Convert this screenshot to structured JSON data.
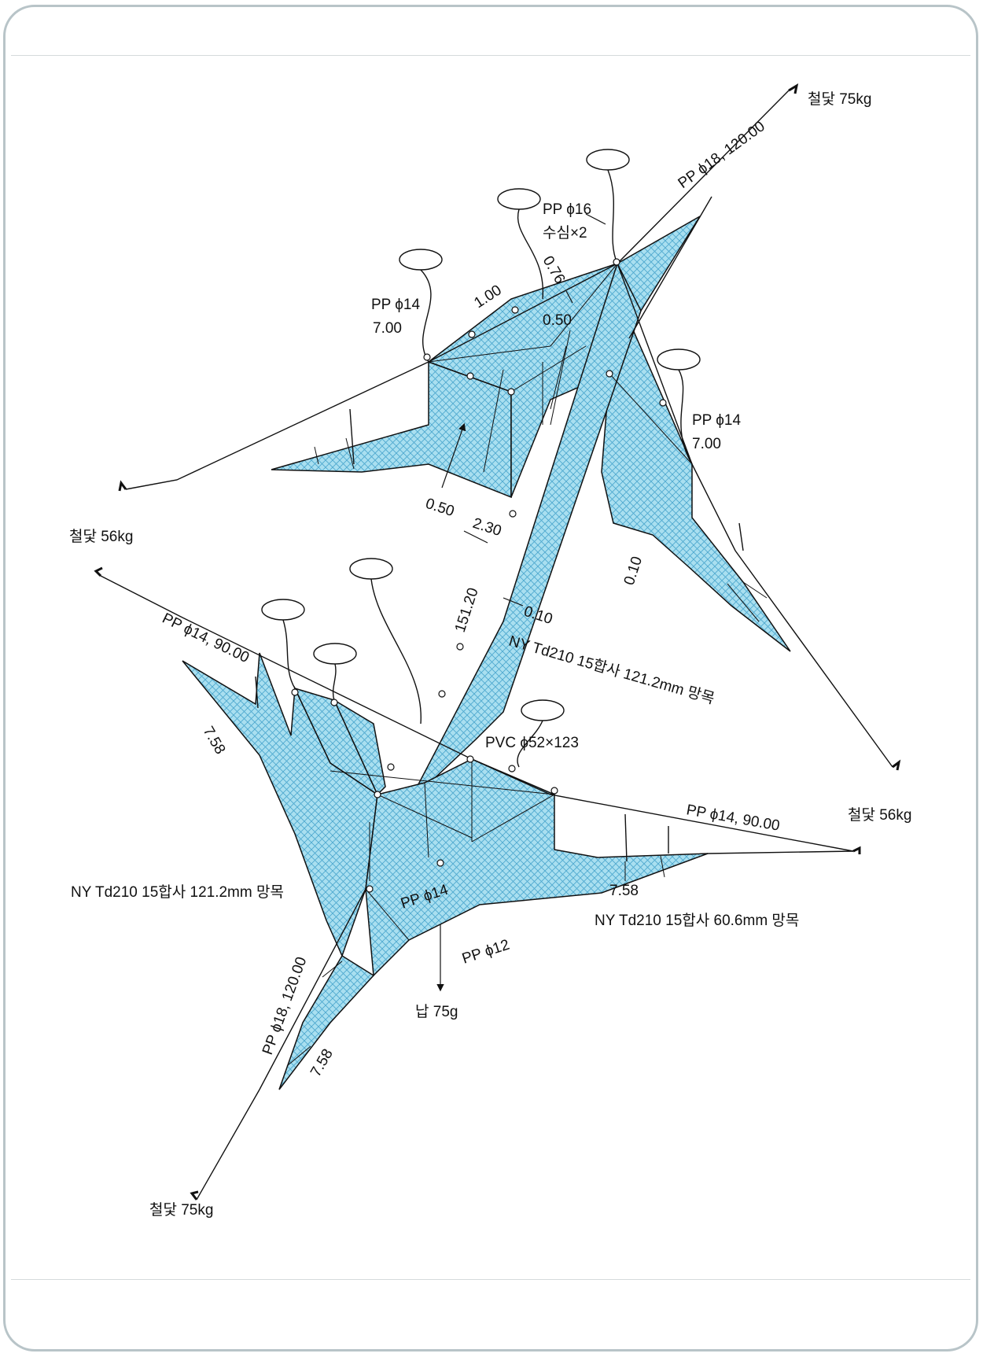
{
  "diagram": {
    "labels": {
      "anchor_top_right": "철닻 75kg",
      "anchor_left_upper": "철닻 56kg",
      "anchor_right_lower": "철닻 56kg",
      "anchor_bottom_left": "철닻 75kg",
      "rope_top": "PP ϕ18, 120.00",
      "rope_pp16": "PP ϕ16",
      "rope_pp16_note": "수심×2",
      "dim_076": "0.76",
      "dim_050_top": "0.50",
      "dim_100": "1.00",
      "rope_pp14_left": "PP ϕ14",
      "rope_pp14_left_len": "7.00",
      "rope_pp14_right": "PP ϕ14",
      "rope_pp14_right_len": "7.00",
      "dim_050_mid": "0.50",
      "dim_230": "2.30",
      "dim_010_right": "0.10",
      "dim_15120": "151.20",
      "dim_010_mid": "0.10",
      "net_center": "NY Td210 15합사 121.2mm 망목",
      "rope_pp14_90_left": "PP ϕ14, 90.00",
      "dim_758_left": "7.58",
      "float_pvc": "PVC ϕ52×123",
      "rope_pp14_90_right": "PP ϕ14, 90.00",
      "net_left": "NY Td210 15합사 121.2mm 망목",
      "rope_pp14_bottom": "PP ϕ14",
      "dim_758_right": "7.58",
      "net_right": "NY Td210 15합사 60.6mm 망목",
      "rope_pp12": "PP ϕ12",
      "sinker": "납 75g",
      "rope_bottom": "PP ϕ18, 120.00",
      "dim_758_bottom": "7.58"
    },
    "colors": {
      "net_fill": "#a9dff0",
      "net_mesh": "#4fa9cf",
      "line": "#111111",
      "frame": "#b8c4c8"
    }
  }
}
